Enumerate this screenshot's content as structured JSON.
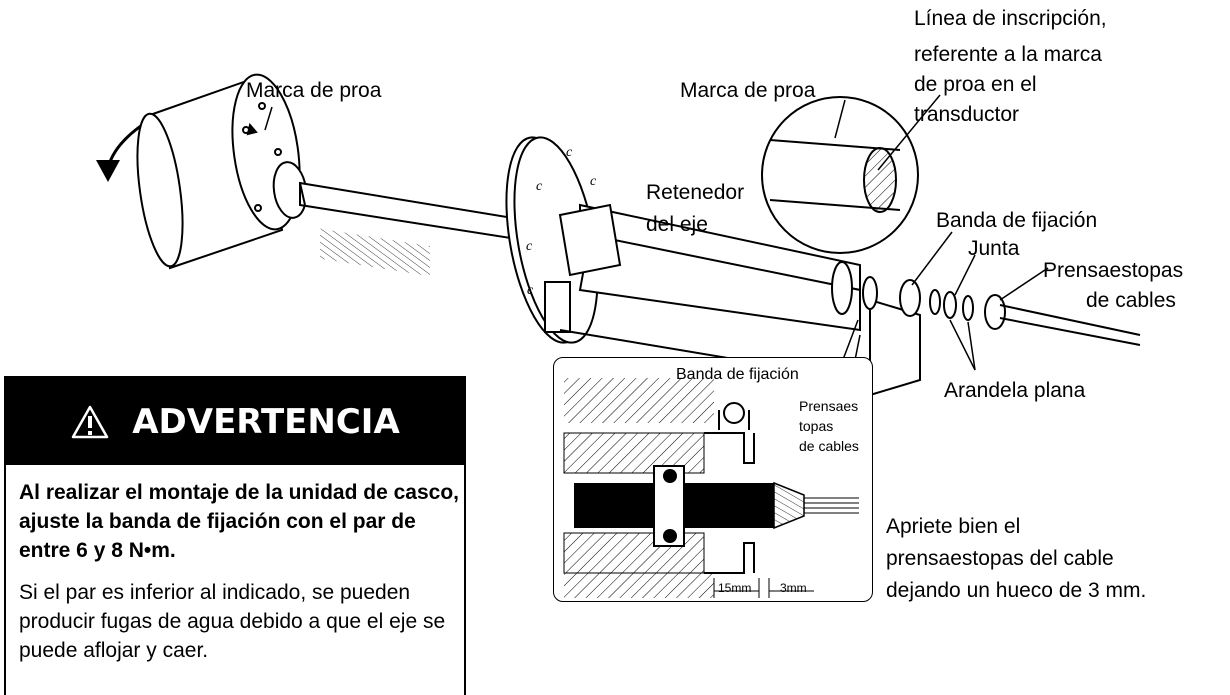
{
  "labels": {
    "bow_mark_left": "Marca de proa",
    "bow_mark_right": "Marca de proa",
    "scribe_line": [
      "Línea de inscripción,",
      "referente a la marca",
      "de proa en el",
      "transductor"
    ],
    "shaft_retainer": [
      "Retenedor",
      "del eje"
    ],
    "clamping_band": "Banda de fijación",
    "gasket": "Junta",
    "cable_gland": [
      "Prensaestopas",
      "de cables"
    ],
    "flat_washer": "Arandela plana"
  },
  "inset": {
    "clamping_band": "Banda de fijación",
    "cable_gland": [
      "Prensaes",
      "topas",
      "de cables"
    ],
    "dim_15": "15mm",
    "dim_3": "3mm"
  },
  "tighten_note": [
    "Apriete bien el",
    "prensaestopas del cable",
    "dejando un hueco de 3 mm."
  ],
  "warning": {
    "title": "ADVERTENCIA",
    "icon": "warning-triangle-icon",
    "emphasis": "Al realizar el montaje de la unidad de casco, ajuste la banda de fijación con el par de entre 6 y 8 N•m.",
    "body": "Si el par es inferior al indicado, se pueden producir fugas de agua debido a que el eje se puede aflojar y caer."
  }
}
